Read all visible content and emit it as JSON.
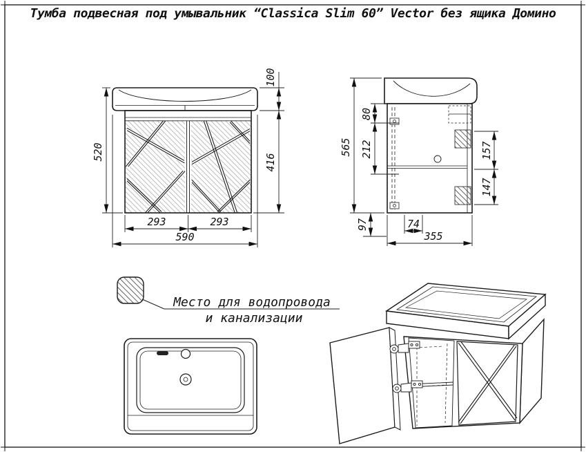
{
  "page": {
    "title": "Тумба подвесная под умывальник “Classica Slim 60” Vector без ящика Домино"
  },
  "front_view": {
    "dims": {
      "height_total": "520",
      "basin_height": "100",
      "facade_height": "416",
      "door_left_width": "293",
      "door_right_width": "293",
      "width_total": "590"
    }
  },
  "side_view": {
    "dims": {
      "height_total": "565",
      "top_inset": "80",
      "hinge_span": "212",
      "supply_zone": "157",
      "drain_zone": "147",
      "bottom_inset": "97",
      "back_offset": "74",
      "depth_total": "355"
    }
  },
  "legend": {
    "caption_line1": "Место для водопровода",
    "caption_line2": "и канализации"
  },
  "colors": {
    "ink": "#1b1b1b",
    "paper": "#ffffff"
  }
}
